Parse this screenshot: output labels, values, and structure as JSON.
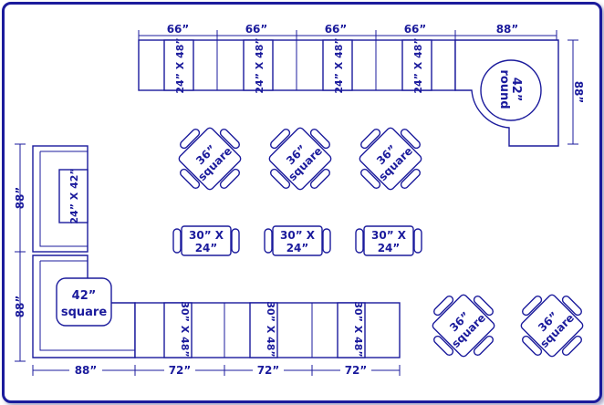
{
  "colors": {
    "line": "#1b1b9c",
    "background": "#ffffff"
  },
  "top_dims": [
    "66”",
    "66”",
    "66”",
    "66”",
    "88”"
  ],
  "booth_table_label": "24” X 48”",
  "round_table": {
    "size": "42”",
    "word": "round"
  },
  "right_dim": "88”",
  "left_dims": [
    "88”",
    "88”"
  ],
  "left_booth_table": "24” X 42”",
  "square_42": {
    "size": "42”",
    "word": "square"
  },
  "bottom_booth_table": "30” X 48”",
  "bottom_dims": [
    "88”",
    "72”",
    "72”",
    "72”"
  ],
  "square_36": {
    "size": "36”",
    "word": "square"
  },
  "table_30x24": {
    "line1": "30” X",
    "line2": "24”"
  }
}
